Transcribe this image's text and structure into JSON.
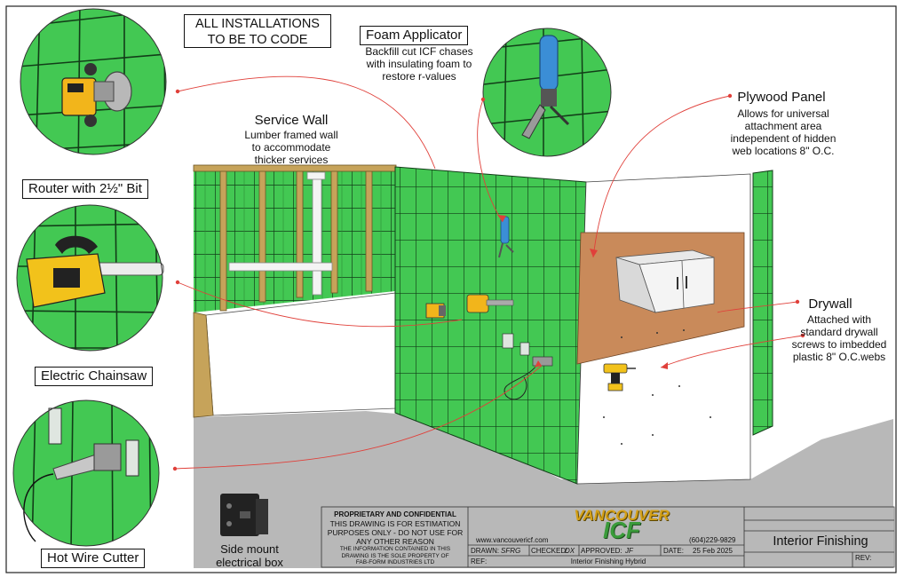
{
  "notice": {
    "line1": "ALL INSTALLATIONS",
    "line2": "TO BE TO CODE"
  },
  "callouts": {
    "foam": {
      "title": "Foam Applicator",
      "lines": [
        "Backfill cut ICF chases",
        "with insulating foam to",
        "restore r-values"
      ]
    },
    "service_wall": {
      "title": "Service Wall",
      "lines": [
        "Lumber framed wall",
        "to accommodate",
        "thicker services"
      ]
    },
    "plywood": {
      "title": "Plywood Panel",
      "lines": [
        "Allows for universal",
        "attachment area",
        "independent of hidden",
        "web locations 8\" O.C."
      ]
    },
    "drywall": {
      "title": "Drywall",
      "lines": [
        "Attached with",
        "standard drywall",
        "screws to imbedded",
        "plastic 8\" O.C.webs"
      ]
    }
  },
  "tools": {
    "router": "Router with 2½\" Bit",
    "chainsaw": "Electric Chainsaw",
    "hotwire": "Hot Wire Cutter",
    "side_box": [
      "Side mount",
      "electrical box"
    ]
  },
  "title_block": {
    "proprietary_heading": "PROPRIETARY AND CONFIDENTIAL",
    "proprietary_lines": [
      "THIS DRAWING IS FOR ESTIMATION",
      "PURPOSES ONLY - DO NOT USE FOR",
      "ANY OTHER REASON"
    ],
    "sole_property_lines": [
      "THE INFORMATION CONTAINED IN THIS",
      "DRAWING IS THE SOLE PROPERTY OF",
      "FAB-FORM INDUSTRIES LTD"
    ],
    "logo_top": "VANCOUVER",
    "logo_bottom": "ICF",
    "website": "www.vancouvericf.com",
    "phone": "(604)229-9829",
    "drawn_label": "DRAWN:",
    "drawn_value": "SFRG",
    "checked_label": "CHECKED:",
    "checked_value": "DX",
    "approved_label": "APPROVED:",
    "approved_value": "JF",
    "date_label": "DATE:",
    "date_value": "25 Feb 2025",
    "ref_label": "REF:",
    "ref_value": "Interior Finishing Hybrid",
    "sheet_title": "Interior Finishing",
    "rev_label": "REV:"
  },
  "colors": {
    "icf_green": "#3ec64e",
    "plywood": "#c98a5a",
    "pointer_red": "#e0403a",
    "floor": "#b9b9b9"
  }
}
